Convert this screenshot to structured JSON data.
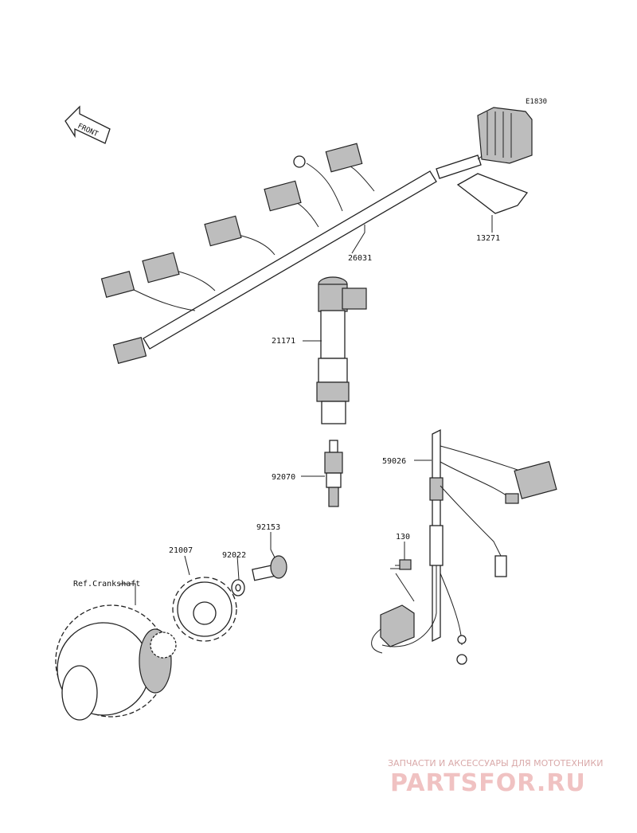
{
  "diagram": {
    "code": "E1830",
    "front_label": "FRONT",
    "ref_label": "Ref.Crankshaft"
  },
  "callouts": [
    "26031",
    "13271",
    "21171",
    "92070",
    "59026",
    "130",
    "92153",
    "21007",
    "92022"
  ],
  "watermark": {
    "tagline": "ЗАПЧАСТИ И АКСЕССУАРЫ ДЛЯ МОТОТЕХНИКИ",
    "brand": "PARTSFOR.RU"
  },
  "colors": {
    "line": "#222222",
    "watermark": "#f0c2c2"
  }
}
